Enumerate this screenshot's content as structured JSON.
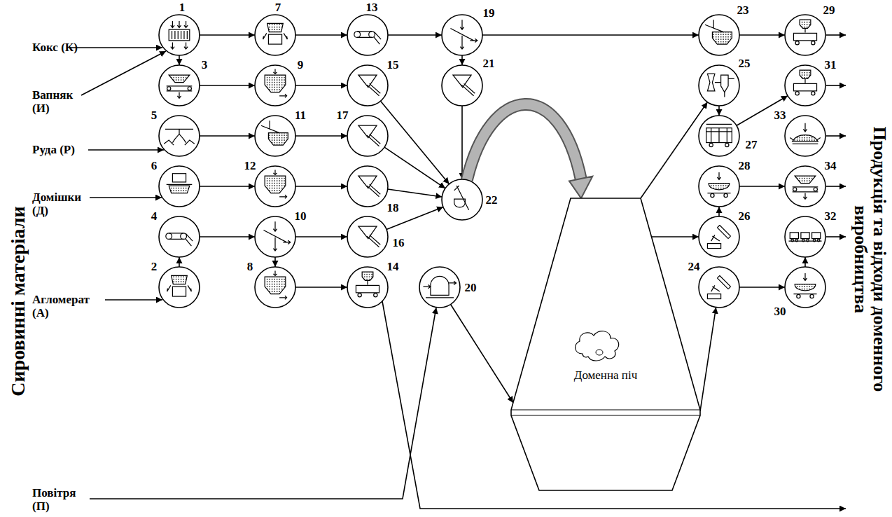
{
  "diagram": {
    "nodes": [
      {
        "text": [
          "1"
        ]
      },
      {
        "text": [
          "2"
        ]
      },
      {
        "text": [
          "3"
        ]
      },
      {
        "text": [
          "4"
        ]
      },
      {
        "text": [
          "5"
        ]
      },
      {
        "text": [
          "6"
        ]
      },
      {
        "text": [
          "7"
        ]
      },
      {
        "text": [
          "8"
        ]
      },
      {
        "text": [
          "9"
        ]
      },
      {
        "text": [
          "10"
        ]
      },
      {
        "text": [
          "11"
        ]
      },
      {
        "text": [
          "12"
        ]
      },
      {
        "text": [
          "13"
        ]
      },
      {
        "text": [
          "14"
        ]
      },
      {
        "text": [
          "15"
        ]
      },
      {
        "text": [
          "16"
        ]
      },
      {
        "text": [
          "17"
        ]
      },
      {
        "text": [
          "18"
        ]
      },
      {
        "text": [
          "19"
        ]
      },
      {
        "text": [
          "20"
        ]
      },
      {
        "text": [
          "21"
        ]
      },
      {
        "text": [
          "22"
        ]
      },
      {
        "text": [
          "23"
        ]
      },
      {
        "text": [
          "24"
        ]
      },
      {
        "text": [
          "25"
        ]
      },
      {
        "text": [
          "26"
        ]
      },
      {
        "text": [
          "27"
        ]
      },
      {
        "text": [
          "28"
        ]
      },
      {
        "text": [
          "29"
        ]
      },
      {
        "text": [
          "30"
        ]
      },
      {
        "text": [
          "31"
        ]
      },
      {
        "text": [
          "32"
        ]
      },
      {
        "text": [
          "33"
        ]
      },
      {
        "text": [
          "34"
        ]
      },
      {
        "text": [
          "Доменна піч"
        ]
      }
    ],
    "edges": [
      {
        "from": 0,
        "to": 6,
        "arrow": "to"
      },
      {
        "from": 6,
        "to": 12,
        "arrow": "to"
      },
      {
        "from": 12,
        "to": 18,
        "arrow": "to"
      },
      {
        "from": 18,
        "to": 22,
        "arrow": "to"
      },
      {
        "from": 22,
        "to": 28,
        "arrow": "to"
      },
      {
        "from": 18,
        "to": 20,
        "arrow": "to"
      },
      {
        "from": 20,
        "to": 21,
        "arrow": "to"
      },
      {
        "from": 0,
        "to": 2,
        "arrow": "to"
      },
      {
        "from": 2,
        "to": 8,
        "arrow": "to"
      },
      {
        "from": 8,
        "to": 14,
        "arrow": "to"
      },
      {
        "from": 14,
        "to": 21,
        "arrow": "to"
      },
      {
        "from": 4,
        "to": 10,
        "arrow": "to"
      },
      {
        "from": 10,
        "to": 16,
        "arrow": "to"
      },
      {
        "from": 16,
        "to": 21,
        "arrow": "to"
      },
      {
        "from": 5,
        "to": 11,
        "arrow": "to"
      },
      {
        "from": 11,
        "to": 17,
        "arrow": "to"
      },
      {
        "from": 17,
        "to": 21,
        "arrow": "to"
      },
      {
        "from": 1,
        "to": 3,
        "arrow": "to"
      },
      {
        "from": 3,
        "to": 9,
        "arrow": "to"
      },
      {
        "from": 9,
        "to": 15,
        "arrow": "to"
      },
      {
        "from": 15,
        "to": 21,
        "arrow": "to"
      },
      {
        "from": 9,
        "to": 7,
        "arrow": "to"
      },
      {
        "from": 7,
        "to": 13,
        "arrow": "to"
      },
      {
        "from": 21,
        "to": 34,
        "arrow": "to"
      },
      {
        "from": 19,
        "to": 34,
        "arrow": "to"
      },
      {
        "from": 34,
        "to": 24,
        "arrow": "to"
      },
      {
        "from": 24,
        "to": 26,
        "arrow": "to"
      },
      {
        "from": 26,
        "to": 30,
        "arrow": "to"
      },
      {
        "from": 34,
        "to": 25,
        "arrow": "to"
      },
      {
        "from": 25,
        "to": 27,
        "arrow": "to"
      },
      {
        "from": 27,
        "to": 33,
        "arrow": "to"
      },
      {
        "from": 34,
        "to": 23,
        "arrow": "to"
      },
      {
        "from": 23,
        "to": 29,
        "arrow": "to"
      },
      {
        "from": 29,
        "to": 31,
        "arrow": "to"
      }
    ],
    "labels": [
      "Кокс (К)",
      "Вапняк (И)",
      "Руда (Р)",
      "Домішки (Д)",
      "Агломерат (А)",
      "Повітря (П)",
      "Сировинні матеріали",
      "Продукція та відходи доменного виробництва"
    ]
  }
}
